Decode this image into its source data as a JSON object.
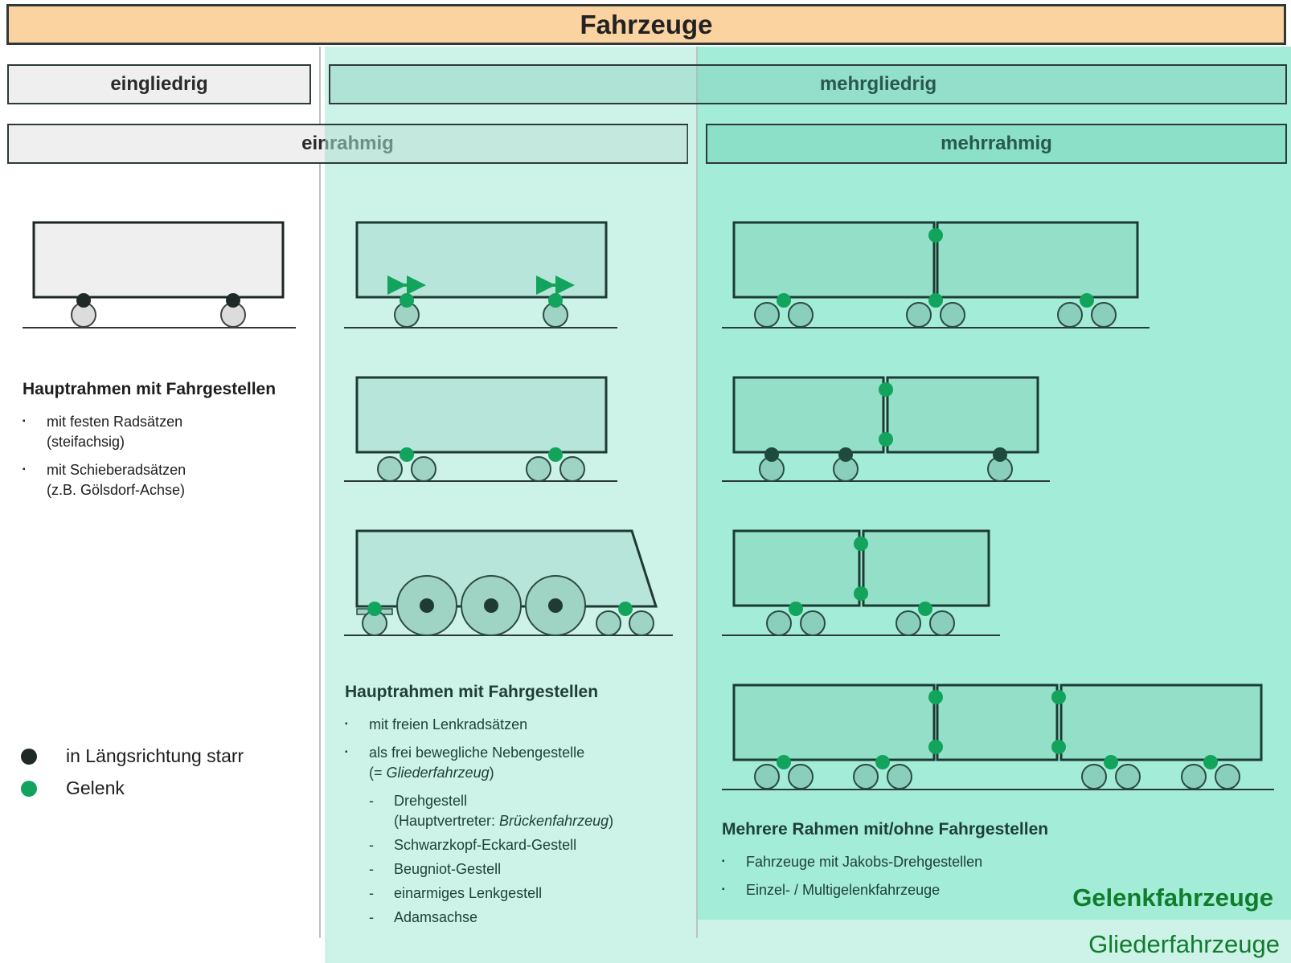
{
  "header": {
    "title": "Fahrzeuge"
  },
  "bands": {
    "eingliedrig": "eingliedrig",
    "mehrgliedrig": "mehrgliedrig",
    "einrahmig": "einrahmig",
    "mehrrahmig": "mehrrahmig"
  },
  "colors": {
    "title_bg": "#fbd3a1",
    "gliederfahrzeuge_bg": "#cdf2e7",
    "gelenkfahrzeuge_bg": "#a3ecd7",
    "joint_green": "#12a35c",
    "rigid_dark": "#1f2a28"
  },
  "left_block": {
    "heading": "Hauptrahmen mit Fahrgestellen",
    "items": [
      {
        "line1": "mit festen Radsätzen",
        "line2": "(steifachsig)"
      },
      {
        "line1": "mit Schieberadsätzen",
        "line2": "(z.B. Gölsdorf-Achse)"
      }
    ]
  },
  "middle_block": {
    "heading": "Hauptrahmen mit Fahrgestellen",
    "item1": "mit freien Lenkradsätzen",
    "item2_line1": "als frei bewegliche Nebengestelle",
    "item2_line2_prefix": "(= ",
    "item2_line2_em": "Gliederfahrzeug",
    "item2_line2_suffix": ")",
    "sub1_line1": "Drehgestell",
    "sub1_line2_prefix": "(Hauptvertreter: ",
    "sub1_line2_em": "Brückenfahrzeug",
    "sub1_line2_suffix": ")",
    "sub2": "Schwarzkopf-Eckard-Gestell",
    "sub3": "Beugniot-Gestell",
    "sub4": "einarmiges Lenkgestell",
    "sub5": "Adamsachse"
  },
  "right_block": {
    "heading": "Mehrere Rahmen mit/ohne Fahrgestellen",
    "items": [
      "Fahrzeuge mit Jakobs-Drehgestellen",
      "Einzel- / Multigelenkfahrzeuge"
    ]
  },
  "legend": [
    {
      "label": "in Längsrichtung starr",
      "icon": "dark-dot-icon"
    },
    {
      "label": "Gelenk",
      "icon": "green-dot-icon"
    }
  ],
  "footer": {
    "gelenkfahrzeuge": "Gelenkfahrzeuge",
    "gliederfahrzeuge": "Gliederfahrzeuge"
  }
}
